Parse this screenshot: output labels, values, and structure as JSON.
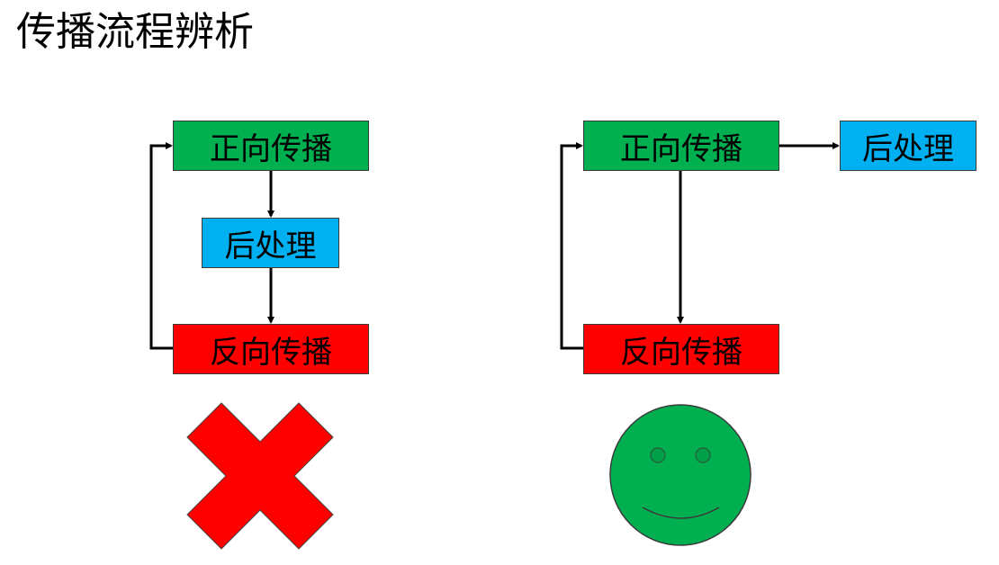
{
  "title": "传播流程辨析",
  "left_flow": {
    "forward": "正向传播",
    "post": "后处理",
    "backward": "反向传播",
    "verdict_icon": "cross-icon"
  },
  "right_flow": {
    "forward": "正向传播",
    "post": "后处理",
    "backward": "反向传播",
    "verdict_icon": "smiley-face-icon"
  },
  "colors": {
    "forward": "#00b050",
    "post": "#00b0f0",
    "backward": "#ff0000",
    "cross": "#ff0000",
    "smiley": "#00b050"
  }
}
